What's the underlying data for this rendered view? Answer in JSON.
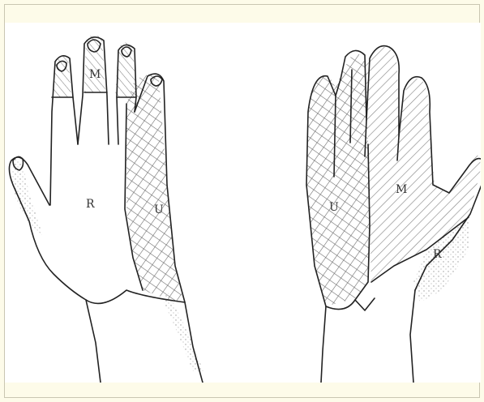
{
  "figure": {
    "left_hand": {
      "labels": {
        "median": "M",
        "radial": "R",
        "ulnar": "U"
      }
    },
    "right_hand": {
      "labels": {
        "ulnar": "U",
        "median": "M",
        "radial": "R"
      }
    }
  },
  "colors": {
    "page_background": "#fdfbe9",
    "frame_border": "#c9c6b2",
    "illustration_background": "#ffffff",
    "ink": "#222222",
    "shading": "#b5b5b5"
  }
}
